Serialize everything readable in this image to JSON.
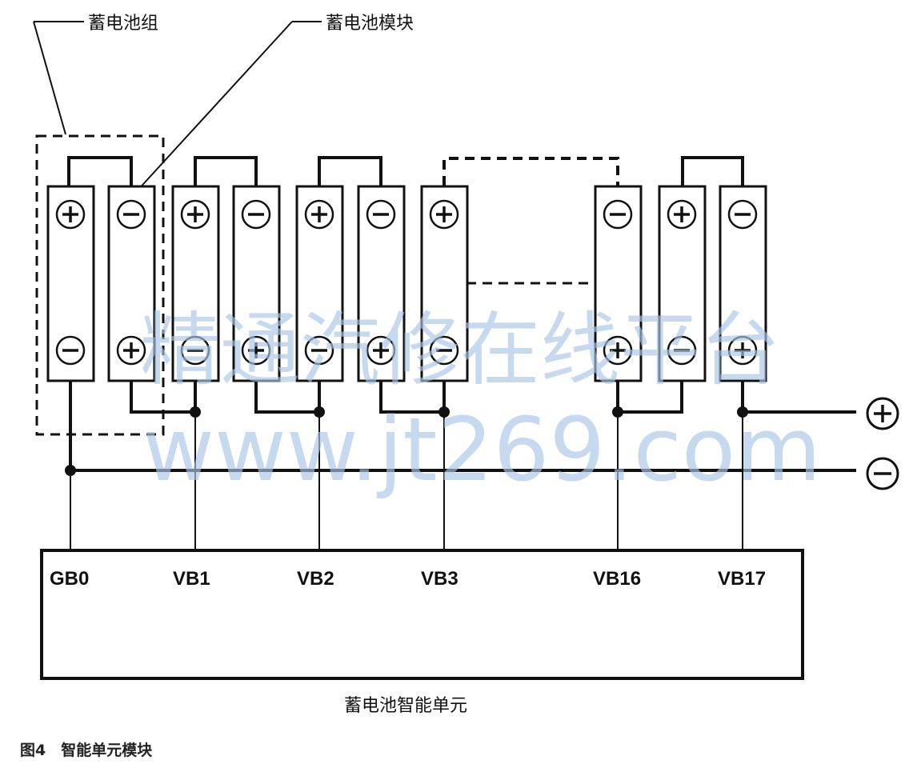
{
  "labels": {
    "battery_pack": "蓄电池组",
    "battery_module": "蓄电池模块",
    "smart_unit": "蓄电池智能单元",
    "caption": "图4　智能单元模块"
  },
  "channels": [
    "GB0",
    "VB1",
    "VB2",
    "VB3",
    "VB16",
    "VB17"
  ],
  "cells": [
    {
      "top": "+",
      "bottom": "-"
    },
    {
      "top": "-",
      "bottom": "+"
    },
    {
      "top": "+",
      "bottom": "-"
    },
    {
      "top": "-",
      "bottom": "+"
    },
    {
      "top": "+",
      "bottom": "-"
    },
    {
      "top": "-",
      "bottom": "+"
    },
    {
      "top": "+",
      "bottom": "-"
    },
    {
      "top": "-",
      "bottom": "+"
    },
    {
      "top": "+",
      "bottom": "-"
    },
    {
      "top": "-",
      "bottom": "+"
    }
  ],
  "outputs": [
    "+",
    "-"
  ],
  "watermark": {
    "line1": "精通汽修在线平台",
    "line2": "www.jt269.com"
  }
}
